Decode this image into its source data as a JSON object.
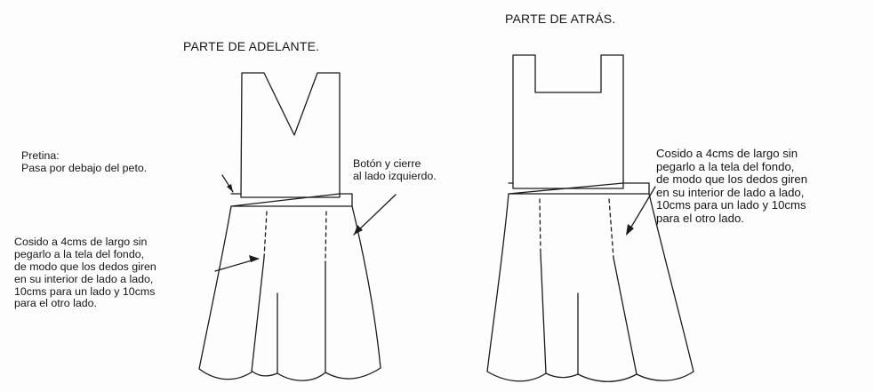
{
  "front": {
    "title": "PARTE DE ADELANTE.",
    "waistband_note": [
      "Pretina:",
      "Pasa por debajo del peto."
    ],
    "closure_note": [
      "Botón y cierre",
      "al lado izquierdo."
    ],
    "pleat_note": [
      "Cosido a 4cms de largo sin",
      "pegarlo a la tela del fondo,",
      "de modo que los dedos giren",
      "en su interior de lado a lado,",
      "10cms para un lado y 10cms",
      "para el otro lado."
    ]
  },
  "back": {
    "title": "PARTE DE ATRÁS.",
    "pleat_note": [
      "Cosido a 4cms de largo sin",
      "pegarlo a la tela del fondo,",
      "de modo que los dedos giren",
      "en su interior de lado a lado,",
      "10cms para un lado y 10cms",
      "para el otro lado."
    ]
  }
}
